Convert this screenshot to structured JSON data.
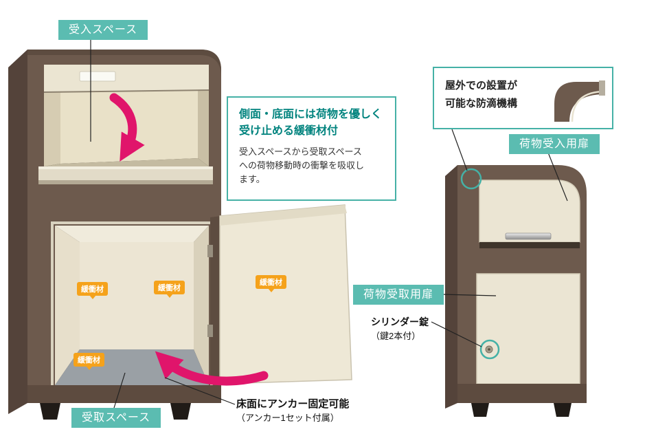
{
  "colors": {
    "teal_label_bg": "#5bbcb1",
    "teal_border": "#45b1a6",
    "teal_title_text": "#00837e",
    "orange_tag": "#f5a21b",
    "pink_arrow": "#e0156b",
    "cabinet_brown": "#6d5a4d",
    "cabinet_dark_brown": "#54433a",
    "cream_panel": "#ebe5d3",
    "floor_gray": "#9aa0a5"
  },
  "left_unit": {
    "receiving_space_label": "受入スペース",
    "pickup_space_label": "受取スペース",
    "cushion_tag": "緩衝材",
    "anchor_note_title": "床面にアンカー固定可能",
    "anchor_note_sub": "（アンカー1セット付属）"
  },
  "cushion_callout": {
    "title": "側面・底面には荷物を優しく\n受け止める緩衝材付",
    "body": "受入スペースから受取スペース\nへの荷物移動時の衝撃を吸収し\nます。"
  },
  "right_unit": {
    "dripproof_note": "屋外での設置が\n可能な防滴機構",
    "receiving_door_label": "荷物受入用扉",
    "pickup_door_label": "荷物受取用扉",
    "cylinder_lock_title": "シリンダー錠",
    "cylinder_lock_sub": "（鍵2本付）"
  }
}
